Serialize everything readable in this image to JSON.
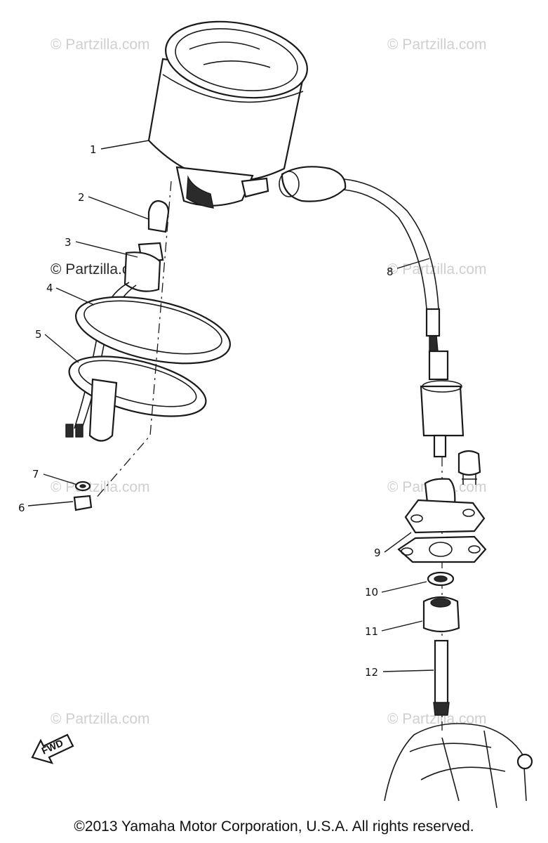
{
  "watermark": "© Partzilla.com",
  "callouts": {
    "c1": "1",
    "c2": "2",
    "c3": "3",
    "c4": "4",
    "c5": "5",
    "c6": "6",
    "c7": "7",
    "c8": "8",
    "c9": "9",
    "c10": "10",
    "c11": "11",
    "c12": "12"
  },
  "fwd_label": "FWD",
  "copyright": "©2013  Yamaha Motor Corporation, U.S.A. All rights reserved."
}
